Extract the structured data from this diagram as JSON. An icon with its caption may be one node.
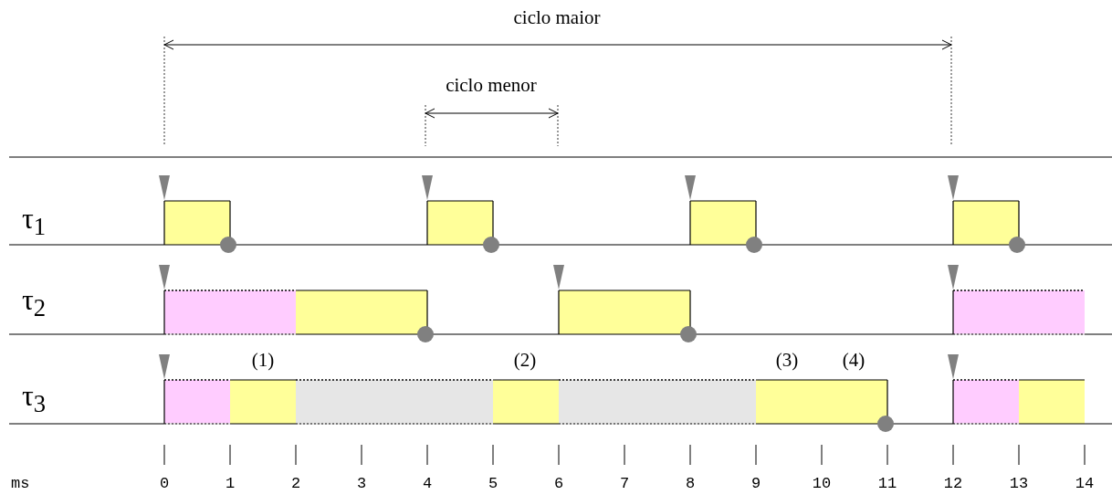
{
  "diagram": {
    "labels": [
      "ciclo maior",
      "ciclo menor",
      "τ$_{1}$",
      "τ$_{2}$",
      "(1)",
      "(2)",
      "(3)",
      "(4)",
      "τ$_{3}$",
      "ms",
      "0",
      "1",
      "2",
      "3",
      "4",
      "5",
      "6",
      "7",
      "8",
      "9",
      "10",
      "11",
      "12",
      "13",
      "14"
    ]
  }
}
